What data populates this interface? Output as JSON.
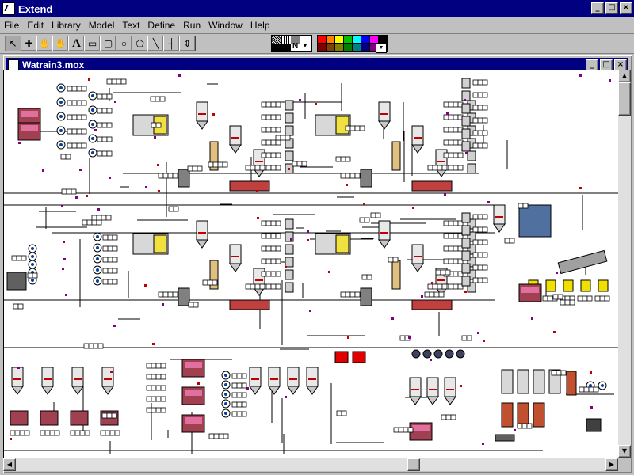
{
  "app": {
    "title": "Extend",
    "win_buttons": [
      "_",
      "□",
      "×"
    ]
  },
  "menu": [
    "File",
    "Edit",
    "Library",
    "Model",
    "Text",
    "Define",
    "Run",
    "Window",
    "Help"
  ],
  "tools": [
    {
      "name": "arrow-pointer-icon",
      "glyph": "↖"
    },
    {
      "name": "add-connector-icon",
      "glyph": "✚"
    },
    {
      "name": "cloning-icon",
      "glyph": "✋"
    },
    {
      "name": "hand-scroll-icon",
      "glyph": "✋"
    },
    {
      "name": "text-tool-icon",
      "glyph": "A"
    },
    {
      "name": "rectangle-tool-icon",
      "glyph": "▭"
    },
    {
      "name": "rounded-rect-tool-icon",
      "glyph": "▢"
    },
    {
      "name": "oval-tool-icon",
      "glyph": "○"
    },
    {
      "name": "polygon-tool-icon",
      "glyph": "⬠"
    },
    {
      "name": "line-tool-icon",
      "glyph": "╲"
    },
    {
      "name": "right-angle-line-icon",
      "glyph": "┤"
    },
    {
      "name": "connection-line-icon",
      "glyph": "⇕"
    }
  ],
  "pattern_label": "N",
  "palette": [
    "#ff0000",
    "#ff8000",
    "#ffff00",
    "#00c000",
    "#00ffff",
    "#0000ff",
    "#ff00ff",
    "#000000",
    "#800000",
    "#804000",
    "#808000",
    "#008000",
    "#008080",
    "#000080",
    "#800080",
    "#ffffff"
  ],
  "doc": {
    "title": "Watrain3.mox",
    "win_buttons": [
      "_",
      "□",
      "×"
    ]
  }
}
